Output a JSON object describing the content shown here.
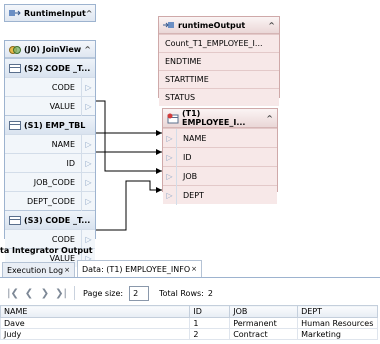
{
  "canvas": {
    "runtime_input": {
      "title": "RuntimeInput"
    },
    "runtime_output": {
      "title": "runtimeOutput",
      "rows": [
        "Count_T1_EMPLOYEE_I...",
        "ENDTIME",
        "STARTTIME",
        "STATUS"
      ]
    },
    "join_view": {
      "title": "(J0) JoinView",
      "sources": [
        {
          "title": "(S2) CODE _T...",
          "rows": [
            "CODE",
            "VALUE"
          ]
        },
        {
          "title": "(S1) EMP_TBL",
          "rows": [
            "NAME",
            "ID",
            "JOB_CODE",
            "DEPT_CODE"
          ]
        },
        {
          "title": "(S3) CODE _T...",
          "rows": [
            "CODE",
            "VALUE"
          ]
        }
      ]
    },
    "target": {
      "title": "(T1) EMPLOYEE_I...",
      "rows": [
        "NAME",
        "ID",
        "JOB",
        "DEPT"
      ]
    },
    "colors": {
      "node_border": "#9db3cf",
      "output_fill": "#f7e8e8",
      "wire": "#000000"
    }
  },
  "output_panel": {
    "title": "ta Integrator Output",
    "tabs": [
      {
        "label": "Execution Log",
        "closable": true
      },
      {
        "label": "Data: (T1) EMPLOYEE_INFO",
        "closable": true
      }
    ],
    "toolbar": {
      "page_size_label": "Page size:",
      "page_size_value": "2",
      "total_rows_label": "Total Rows:",
      "total_rows_value": "2"
    },
    "columns": [
      "NAME",
      "ID",
      "JOB",
      "DEPT"
    ],
    "rows": [
      [
        "Dave",
        "1",
        "Permanent",
        "Human Resources"
      ],
      [
        "Judy",
        "2",
        "Contract",
        "Marketing"
      ]
    ]
  }
}
